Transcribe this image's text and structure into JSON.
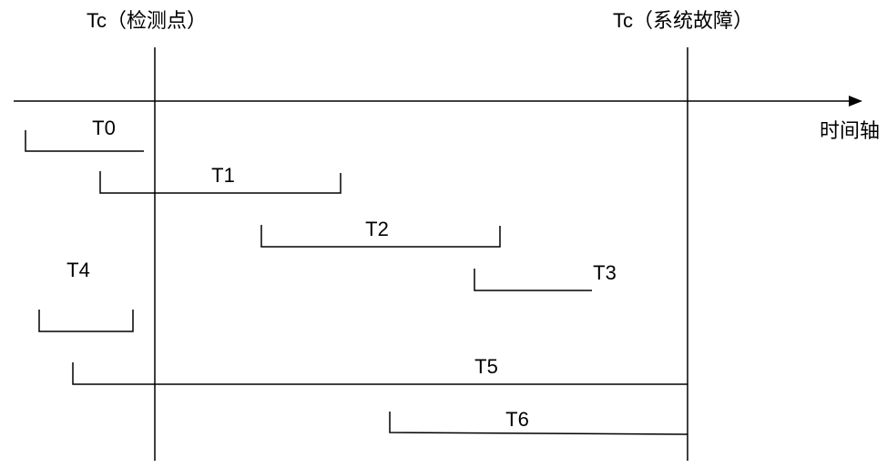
{
  "markers": {
    "detection_point": {
      "label": "Tc（检测点）"
    },
    "system_failure": {
      "label": "Tc（系统故障）"
    }
  },
  "time_axis": {
    "label": "时间轴"
  },
  "intervals": [
    {
      "label": "T0"
    },
    {
      "label": "T1"
    },
    {
      "label": "T2"
    },
    {
      "label": "T3"
    },
    {
      "label": "T4"
    },
    {
      "label": "T5"
    },
    {
      "label": "T6"
    }
  ],
  "colors": {
    "line": "#000000",
    "text": "#000000",
    "background": "#ffffff"
  }
}
